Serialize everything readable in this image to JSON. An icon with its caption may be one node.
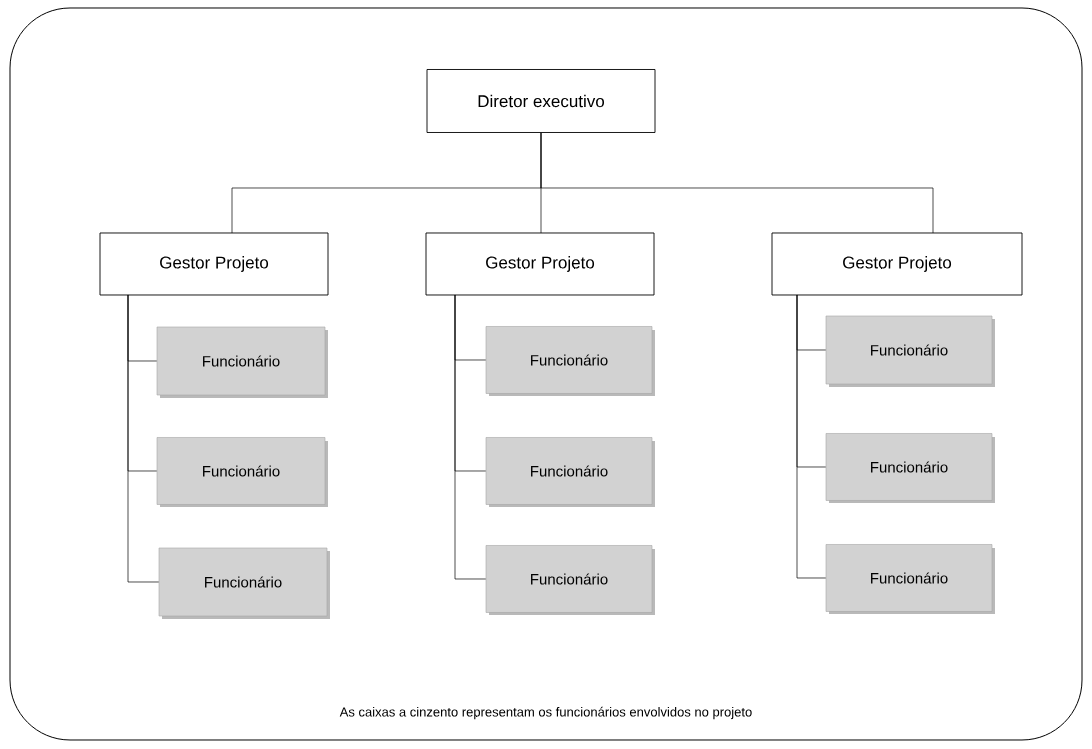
{
  "diagram": {
    "caption": "As caixas a cinzento representam os funcionários envolvidos no projeto",
    "nodes": [
      {
        "text": [
          "Diretor executivo"
        ]
      },
      {
        "text": [
          "Gestor Projeto"
        ]
      },
      {
        "text": [
          "Gestor Projeto"
        ]
      },
      {
        "text": [
          "Gestor Projeto"
        ]
      },
      {
        "text": [
          "Funcionário"
        ]
      },
      {
        "text": [
          "Funcionário"
        ]
      },
      {
        "text": [
          "Funcionário"
        ]
      },
      {
        "text": [
          "Funcionário"
        ]
      },
      {
        "text": [
          "Funcionário"
        ]
      },
      {
        "text": [
          "Funcionário"
        ]
      },
      {
        "text": [
          "Funcionário"
        ]
      },
      {
        "text": [
          "Funcionário"
        ]
      },
      {
        "text": [
          "Funcionário"
        ]
      }
    ],
    "edges": [
      {
        "from": 0,
        "to": 1,
        "arrow": "none"
      },
      {
        "from": 0,
        "to": 2,
        "arrow": "none"
      },
      {
        "from": 0,
        "to": 3,
        "arrow": "none"
      },
      {
        "from": 1,
        "to": 4,
        "arrow": "none"
      },
      {
        "from": 1,
        "to": 5,
        "arrow": "none"
      },
      {
        "from": 1,
        "to": 6,
        "arrow": "none"
      },
      {
        "from": 2,
        "to": 7,
        "arrow": "none"
      },
      {
        "from": 2,
        "to": 8,
        "arrow": "none"
      },
      {
        "from": 2,
        "to": 9,
        "arrow": "none"
      },
      {
        "from": 3,
        "to": 10,
        "arrow": "none"
      },
      {
        "from": 3,
        "to": 11,
        "arrow": "none"
      },
      {
        "from": 3,
        "to": 12,
        "arrow": "none"
      }
    ]
  }
}
